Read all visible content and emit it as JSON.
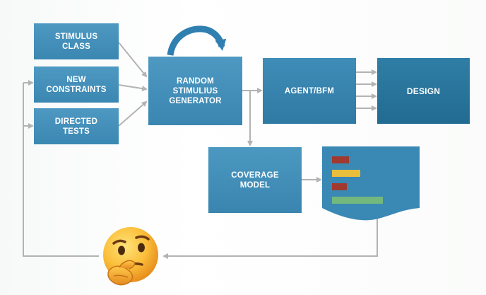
{
  "diagram": {
    "boxes": {
      "stimulus_class": "STIMULUS\nCLASS",
      "new_constraints": "NEW\nCONSTRAINTS",
      "directed_tests": "DIRECTED\nTESTS",
      "generator": "RANDOM\nSTIMULIUS\nGENERATOR",
      "agent": "AGENT/BFM",
      "design": "DESIGN",
      "coverage_model": "COVERAGE\nMODEL"
    },
    "coverage_report": {
      "bar_values": [
        0.34,
        0.55,
        0.29,
        1.0
      ],
      "bar_colors": [
        "#a0392f",
        "#e9be3c",
        "#a0392f",
        "#73b87d"
      ]
    },
    "icons": {
      "loop": "curved-loop-arrow-icon",
      "thinking": "thinking-face-icon",
      "report": "coverage-report-icon"
    },
    "colors": {
      "box_blue": "#3f8fba",
      "design_blue": "#2a769e",
      "connector_gray": "#b0b0b0",
      "loop_arrow": "#2f7fb0"
    }
  }
}
